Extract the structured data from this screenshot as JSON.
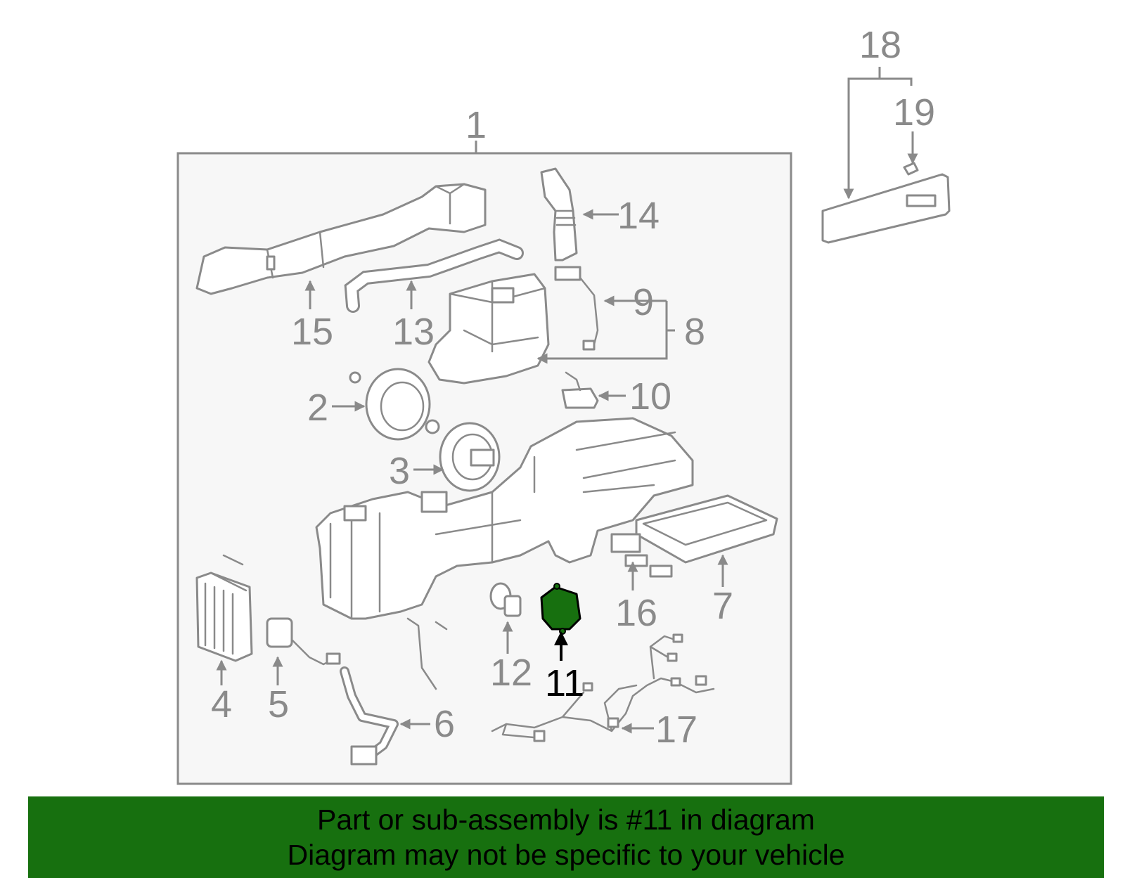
{
  "diagram": {
    "highlight_color": "#17700f",
    "label_color": "#8a8a8a",
    "highlighted_part": "11",
    "callouts": {
      "c1": "1",
      "c2": "2",
      "c3": "3",
      "c4": "4",
      "c5": "5",
      "c6": "6",
      "c7": "7",
      "c8": "8",
      "c9": "9",
      "c10": "10",
      "c11": "11",
      "c12": "12",
      "c13": "13",
      "c14": "14",
      "c15": "15",
      "c16": "16",
      "c17": "17",
      "c18": "18",
      "c19": "19"
    }
  },
  "banner": {
    "line1": "Part or sub-assembly is #11 in diagram",
    "line2": "Diagram may not be specific to your vehicle",
    "background": "#17700f"
  }
}
